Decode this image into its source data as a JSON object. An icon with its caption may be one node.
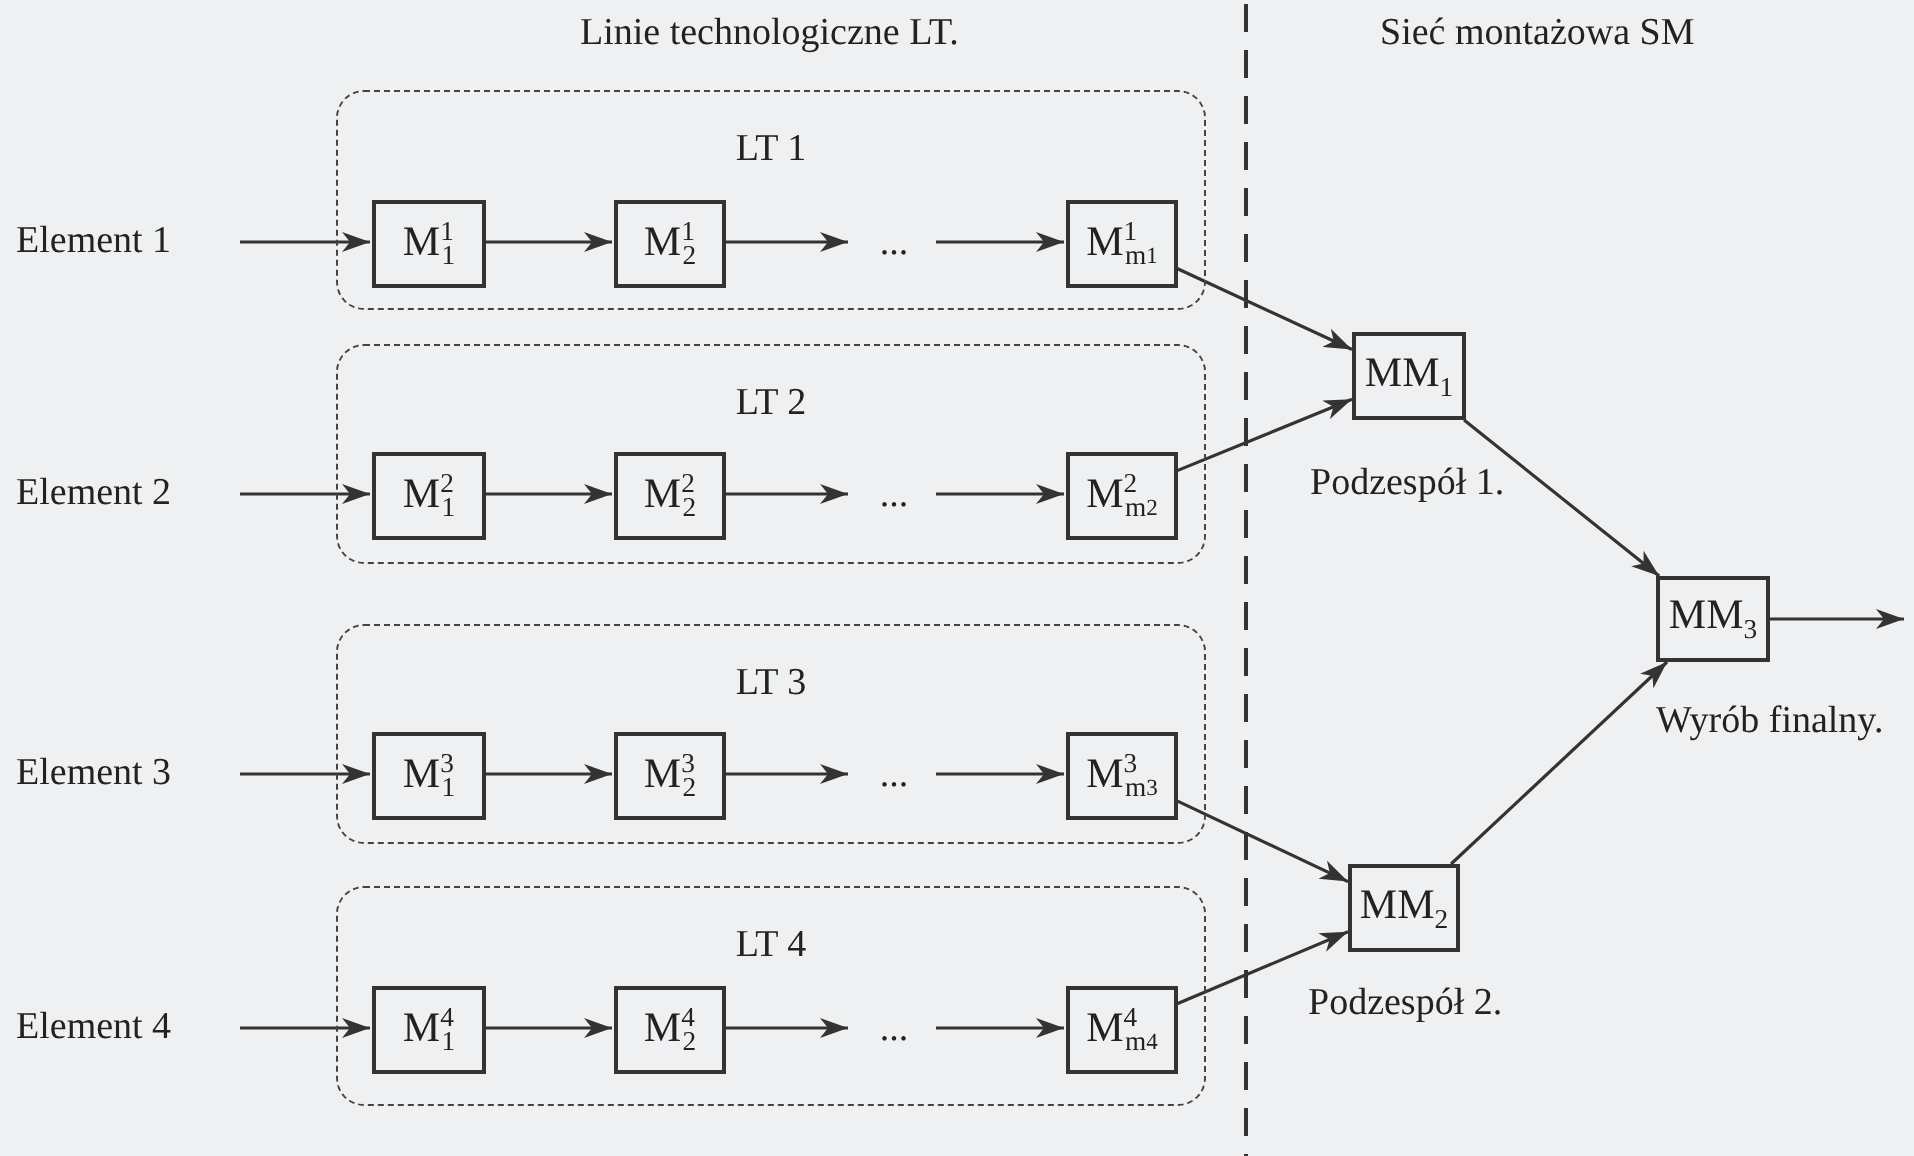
{
  "diagram": {
    "nodes": [
      {
        "text": [
          "Element 1"
        ]
      },
      {
        "text": [
          "LT 1"
        ]
      },
      {
        "text": [
          "M$^{1}$$_{1}$"
        ],
        "in": 1
      },
      {
        "text": [
          "M$^{1}$$_{2}$"
        ],
        "in": 1
      },
      {
        "text": [
          "..."
        ],
        "in": 1
      },
      {
        "text": [
          "M$^{1}$$_{m}$$_{1}$"
        ],
        "in": 1
      },
      {
        "text": [
          "Element 2"
        ]
      },
      {
        "text": [
          "LT 2"
        ]
      },
      {
        "text": [
          "M$^{2}$$_{1}$"
        ],
        "in": 7
      },
      {
        "text": [
          "M$^{2}$$_{2}$"
        ],
        "in": 7
      },
      {
        "text": [
          "..."
        ],
        "in": 7
      },
      {
        "text": [
          "M$^{2}$$_{m}$$_{2}$"
        ],
        "in": 7
      },
      {
        "text": [
          "Element 3"
        ]
      },
      {
        "text": [
          "LT 3"
        ]
      },
      {
        "text": [
          "M$^{3}$$_{1}$"
        ],
        "in": 13
      },
      {
        "text": [
          "M$^{3}$$_{2}$"
        ],
        "in": 13
      },
      {
        "text": [
          "..."
        ],
        "in": 13
      },
      {
        "text": [
          "M$^{3}$$_{m}$$_{3}$"
        ],
        "in": 13
      },
      {
        "text": [
          "Element 4"
        ]
      },
      {
        "text": [
          "LT 4"
        ]
      },
      {
        "text": [
          "M$^{4}$$_{1}$"
        ],
        "in": 19
      },
      {
        "text": [
          "M$^{4}$$_{2}$"
        ],
        "in": 19
      },
      {
        "text": [
          "..."
        ],
        "in": 19
      },
      {
        "text": [
          "M$^{4}$$_{m}$$_{4}$"
        ],
        "in": 19
      },
      {
        "text": [
          "MM$_{1}$"
        ],
        "beside": [
          "Podzespół 1."
        ]
      },
      {
        "text": [
          "MM$_{2}$"
        ],
        "beside": [
          "Podzespół 2."
        ]
      },
      {
        "text": [
          "MM$_{3}$"
        ],
        "beside": [
          "Wyrób finalny."
        ]
      }
    ],
    "edges": [
      {
        "from": 0,
        "to": 2,
        "arrow": "to"
      },
      {
        "from": 2,
        "to": 3,
        "arrow": "to"
      },
      {
        "from": 3,
        "to": 4,
        "arrow": "to"
      },
      {
        "from": 4,
        "to": 5,
        "arrow": "to"
      },
      {
        "from": 6,
        "to": 8,
        "arrow": "to"
      },
      {
        "from": 8,
        "to": 9,
        "arrow": "to"
      },
      {
        "from": 9,
        "to": 10,
        "arrow": "to"
      },
      {
        "from": 10,
        "to": 11,
        "arrow": "to"
      },
      {
        "from": 12,
        "to": 14,
        "arrow": "to"
      },
      {
        "from": 14,
        "to": 15,
        "arrow": "to"
      },
      {
        "from": 15,
        "to": 16,
        "arrow": "to"
      },
      {
        "from": 16,
        "to": 17,
        "arrow": "to"
      },
      {
        "from": 18,
        "to": 20,
        "arrow": "to"
      },
      {
        "from": 20,
        "to": 21,
        "arrow": "to"
      },
      {
        "from": 21,
        "to": 22,
        "arrow": "to"
      },
      {
        "from": 22,
        "to": 23,
        "arrow": "to"
      },
      {
        "from": 5,
        "to": 24,
        "arrow": "to"
      },
      {
        "from": 11,
        "to": 24,
        "arrow": "to"
      },
      {
        "from": 17,
        "to": 25,
        "arrow": "to"
      },
      {
        "from": 23,
        "to": 25,
        "arrow": "to"
      },
      {
        "from": 24,
        "to": 26,
        "arrow": "to"
      },
      {
        "from": 25,
        "to": 26,
        "arrow": "to"
      },
      {
        "from": 26,
        "to": null,
        "arrow": "to"
      }
    ],
    "labels": [
      "Linie technologiczne LT.",
      "Sieć montażowa SM"
    ]
  }
}
